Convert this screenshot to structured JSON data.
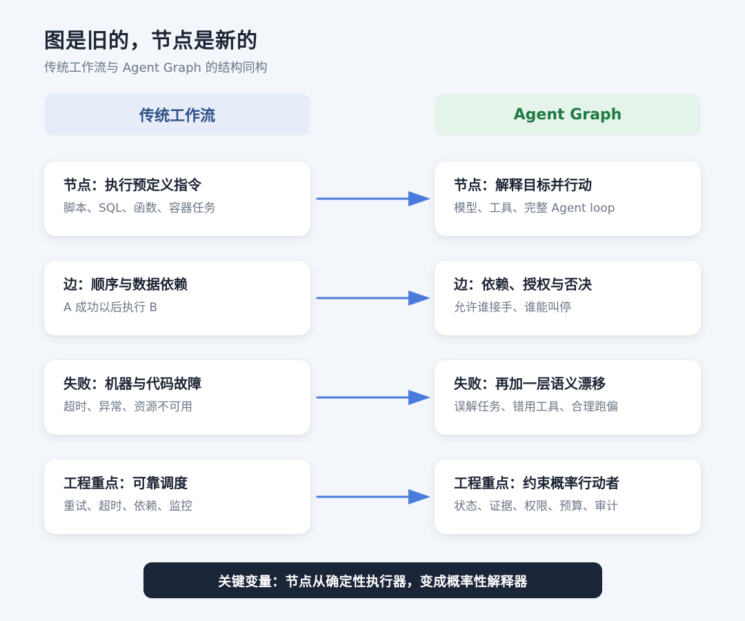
{
  "header": {
    "title": "图是旧的，节点是新的",
    "subtitle": "传统工作流与 Agent Graph 的结构同构"
  },
  "columns": {
    "left": "传统工作流",
    "right": "Agent Graph"
  },
  "rows": [
    {
      "left": {
        "title": "节点：执行预定义指令",
        "desc": "脚本、SQL、函数、容器任务"
      },
      "right": {
        "title": "节点：解释目标并行动",
        "desc": "模型、工具、完整 Agent loop"
      }
    },
    {
      "left": {
        "title": "边：顺序与数据依赖",
        "desc": "A 成功以后执行 B"
      },
      "right": {
        "title": "边：依赖、授权与否决",
        "desc": "允许谁接手、谁能叫停"
      }
    },
    {
      "left": {
        "title": "失败：机器与代码故障",
        "desc": "超时、异常、资源不可用"
      },
      "right": {
        "title": "失败：再加一层语义漂移",
        "desc": "误解任务、错用工具、合理跑偏"
      }
    },
    {
      "left": {
        "title": "工程重点：可靠调度",
        "desc": "重试、超时、依赖、监控"
      },
      "right": {
        "title": "工程重点：约束概率行动者",
        "desc": "状态、证据、权限、预算、审计"
      }
    }
  ],
  "footer": {
    "banner": "关键变量：节点从确定性执行器，变成概率性解释器"
  },
  "colors": {
    "arrow": "#4a7bdc",
    "left_header_bg": "#e6edf8",
    "right_header_bg": "#e4f4ea",
    "banner_bg": "#1b2538"
  },
  "icons": {
    "arrow": "arrow-right-icon"
  }
}
